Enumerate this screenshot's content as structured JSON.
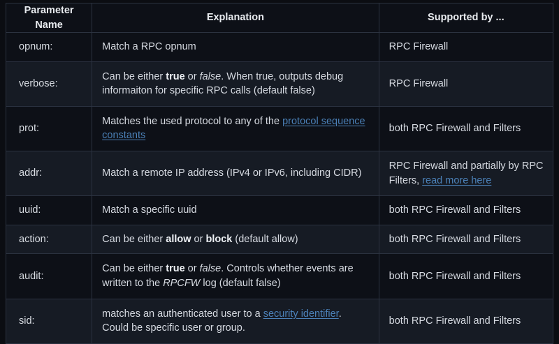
{
  "table": {
    "headers": {
      "parameter_name": "Parameter Name",
      "explanation": "Explanation",
      "supported_by": "Supported by ..."
    },
    "rows": [
      {
        "name": "opnum:",
        "explanation_plain": "Match a RPC opnum",
        "supported_plain": "RPC Firewall"
      },
      {
        "name": "verbose:",
        "explanation_parts": {
          "p1": "Can be either ",
          "bold1": "true",
          "p2": " or ",
          "italic1": "false",
          "p3": ". When true, outputs debug informaiton for specific RPC calls (default false)"
        },
        "supported_plain": "RPC Firewall"
      },
      {
        "name": "prot:",
        "explanation_parts": {
          "p1": "Matches the used protocol to any of the ",
          "link1": "protocol sequence constants"
        },
        "supported_plain": "both RPC Firewall and Filters"
      },
      {
        "name": "addr:",
        "explanation_plain": "Match a remote IP address (IPv4 or IPv6, including CIDR)",
        "supported_parts": {
          "p1": "RPC Firewall and partially by RPC Filters, ",
          "link1": "read more here"
        }
      },
      {
        "name": "uuid:",
        "explanation_plain": "Match a specific uuid",
        "supported_plain": "both RPC Firewall and Filters"
      },
      {
        "name": "action:",
        "explanation_parts": {
          "p1": "Can be either ",
          "bold1": "allow",
          "p2": " or ",
          "bold2": "block",
          "p3": " (default allow)"
        },
        "supported_plain": "both RPC Firewall and Filters"
      },
      {
        "name": "audit:",
        "explanation_parts": {
          "p1": "Can be either ",
          "bold1": "true",
          "p2": " or ",
          "italic1": "false",
          "p3": ". Controls whether events are written to the ",
          "italic2": "RPCFW",
          "p4": " log (default false)"
        },
        "supported_plain": "both RPC Firewall and Filters"
      },
      {
        "name": "sid:",
        "explanation_parts": {
          "p1": "matches an authenticated user to a ",
          "link1": "security identifier",
          "p2": ". Could be specific user or group."
        },
        "supported_plain": "both RPC Firewall and Filters"
      }
    ]
  },
  "colors": {
    "page_background": "#0b0d12",
    "row_odd": "#0d1017",
    "row_even": "#161b24",
    "border": "#2b3240",
    "text": "#d9dde3",
    "link": "#4b81b8"
  }
}
